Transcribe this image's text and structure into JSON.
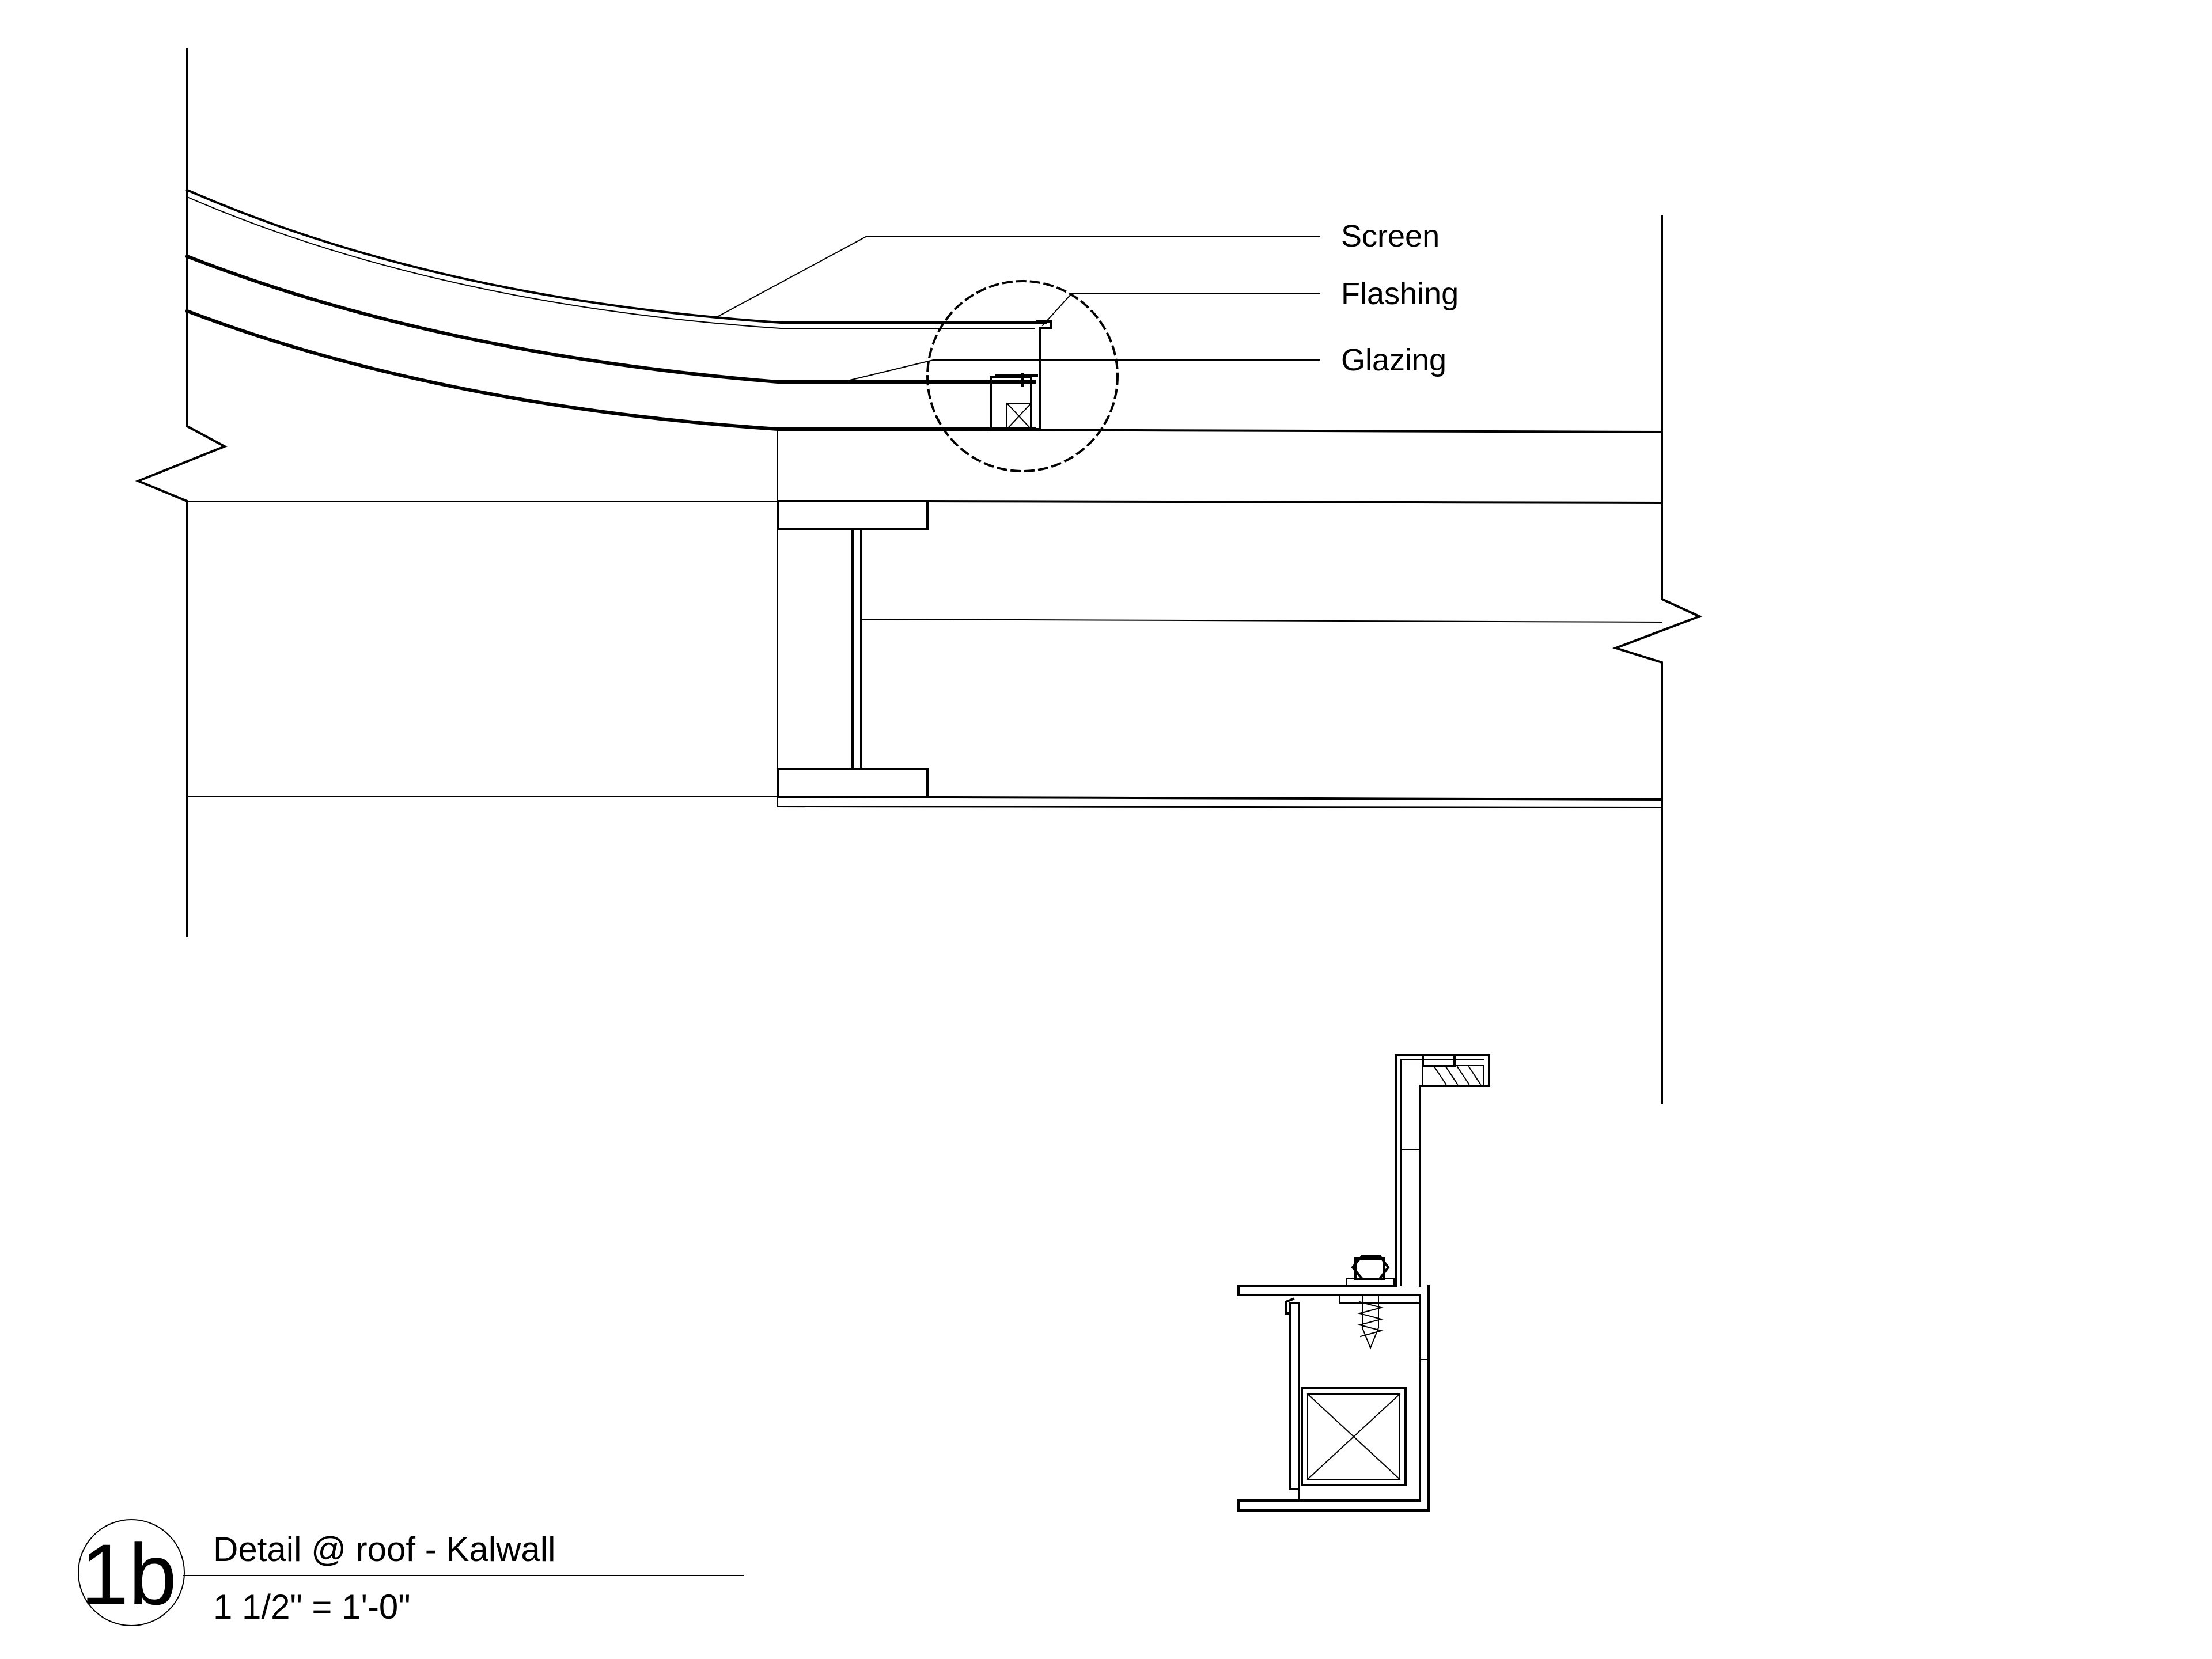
{
  "callouts": {
    "screen": "Screen",
    "flashing": "Flashing",
    "glazing": "Glazing"
  },
  "title_block": {
    "detail_number": "1b",
    "title": "Detail @ roof - Kalwall",
    "scale": "1 1/2\" = 1'-0\""
  }
}
